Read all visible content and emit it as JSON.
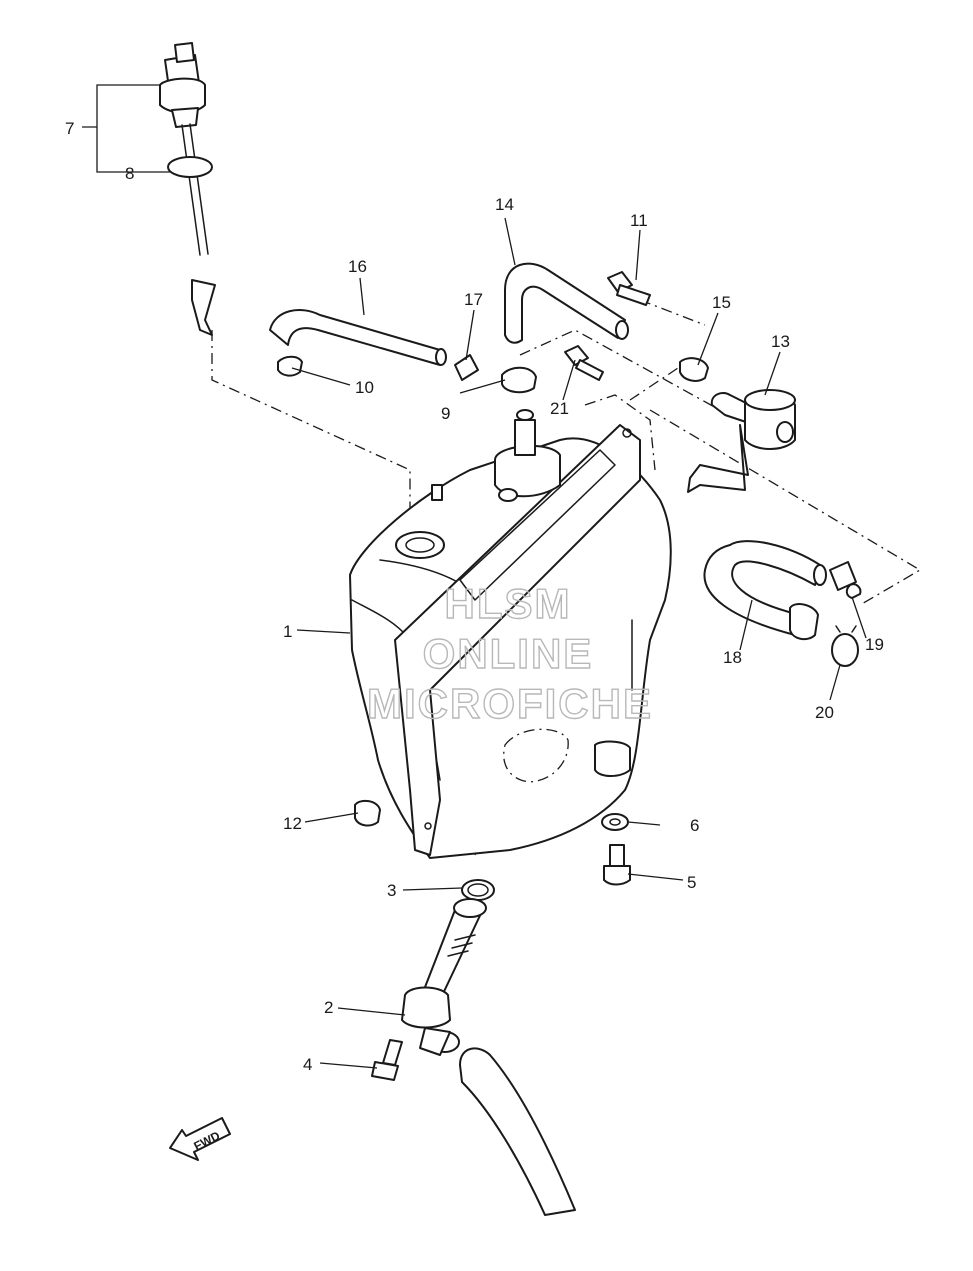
{
  "watermark": {
    "line1": "HLSM",
    "line2": "ONLINE",
    "line3": "MICROFICHE"
  },
  "direction_arrow": {
    "label": "FWD",
    "icon": "fwd-arrow-icon"
  },
  "callouts": {
    "c1": "1",
    "c2": "2",
    "c3": "3",
    "c4": "4",
    "c5": "5",
    "c6": "6",
    "c7": "7",
    "c8": "8",
    "c9": "9",
    "c10": "10",
    "c11": "11",
    "c12": "12",
    "c13": "13",
    "c14": "14",
    "c15": "15",
    "c16": "16",
    "c17": "17",
    "c18": "18",
    "c19": "19",
    "c20": "20",
    "c21": "21"
  }
}
